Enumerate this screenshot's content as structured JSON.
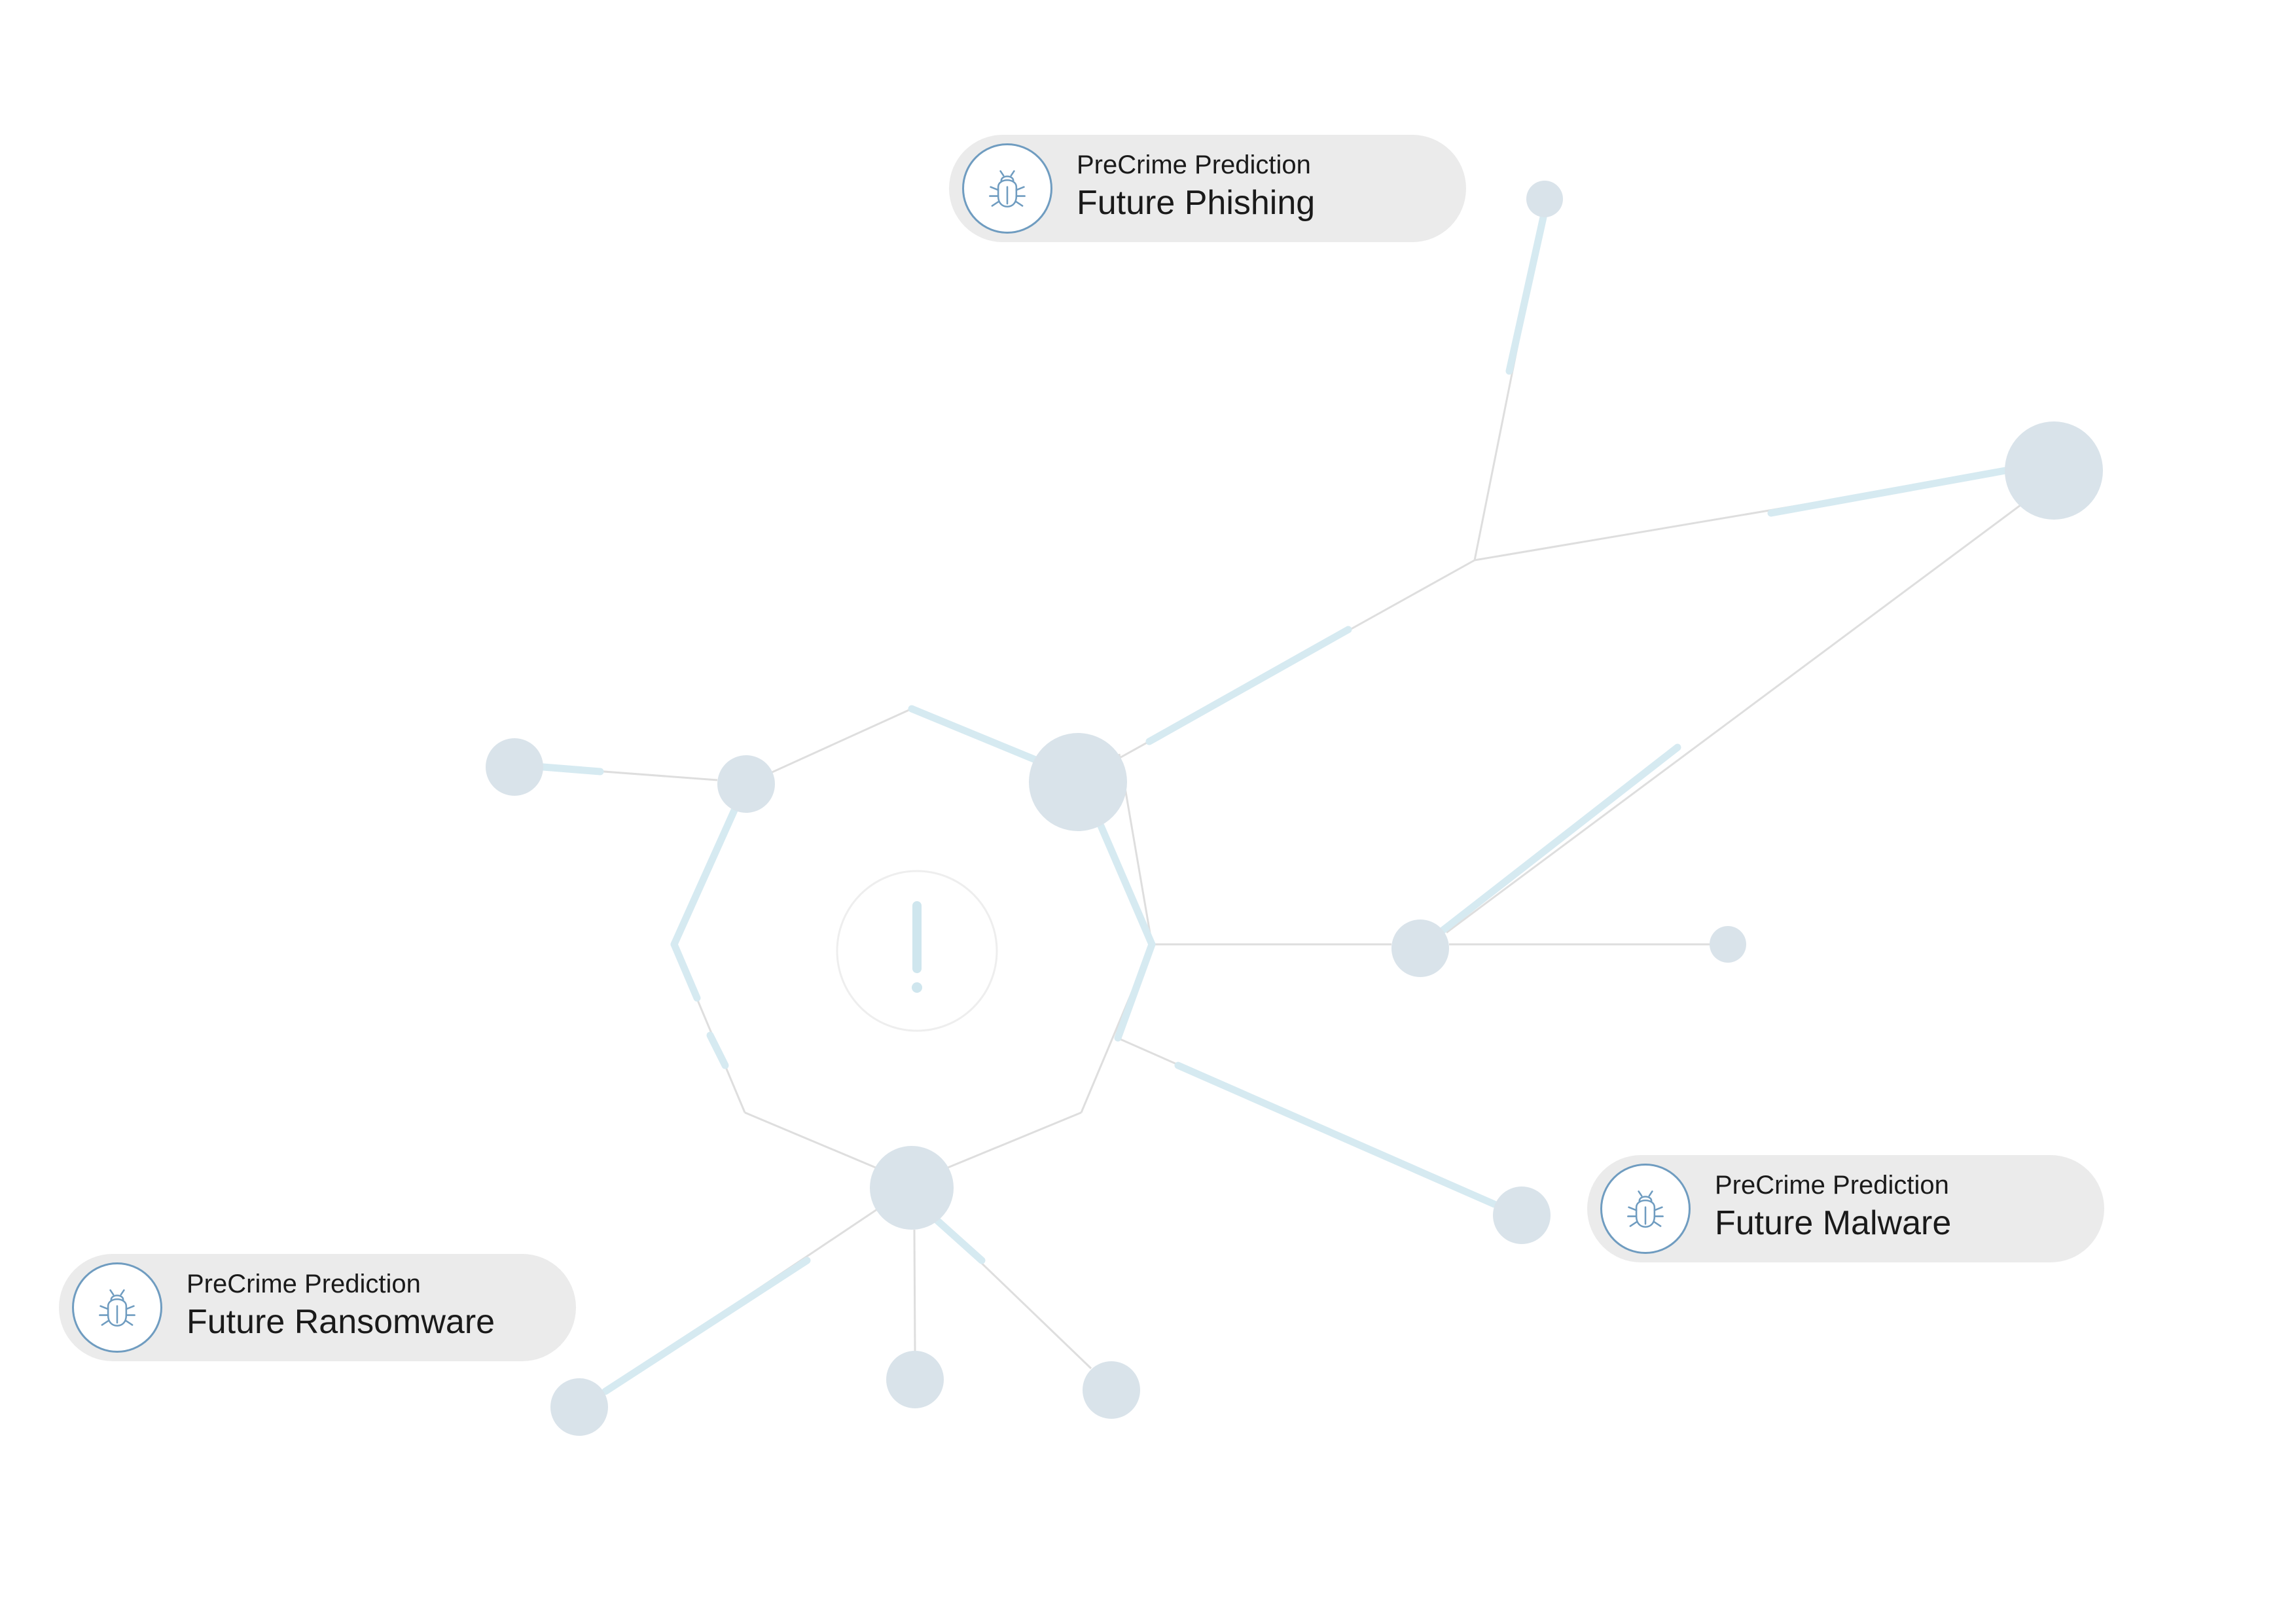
{
  "colors": {
    "node": "#d9e3ea",
    "edge_thin": "#dedede",
    "edge_thick": "#d6eaf1",
    "icon_stroke": "#6f9cc0",
    "center_icon": "#cfe6ee",
    "pill_bg": "#ebebeb"
  },
  "center": {
    "icon": "exclamation-icon"
  },
  "predictions": [
    {
      "kicker": "PreCrime Prediction",
      "title": "Future Phishing",
      "icon": "bug-icon"
    },
    {
      "kicker": "PreCrime Prediction",
      "title": "Future Malware",
      "icon": "bug-icon"
    },
    {
      "kicker": "PreCrime Prediction",
      "title": "Future Ransomware",
      "icon": "bug-icon"
    }
  ]
}
